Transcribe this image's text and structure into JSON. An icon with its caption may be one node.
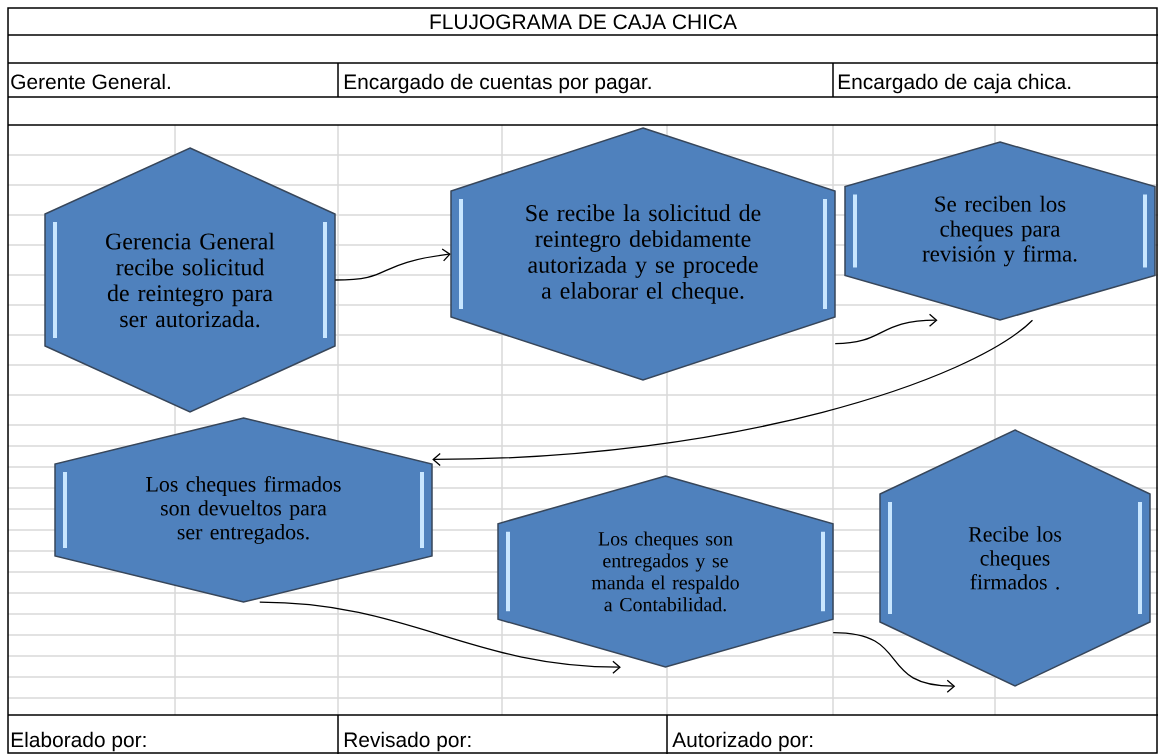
{
  "diagram": {
    "title": "FLUJOGRAMA DE CAJA CHICA",
    "nodes": [
      {
        "text": [
          "Gerencia General recibe solicitud de reintegro para ser autorizada."
        ]
      },
      {
        "text": [
          "Se recibe la solicitud de reintegro debidamente autorizada y se procede a elaborar el cheque."
        ]
      },
      {
        "text": [
          "Se reciben los cheques para revisión y firma."
        ]
      },
      {
        "text": [
          "Los cheques firmados son devueltos para ser entregados."
        ]
      },
      {
        "text": [
          "Los cheques son entregados y se manda el respaldo a Contabilidad."
        ]
      },
      {
        "text": [
          "Recibe los cheques firmados ."
        ]
      }
    ],
    "edges": [
      {
        "from": 0,
        "to": 1,
        "arrow": "to"
      },
      {
        "from": 1,
        "to": 2,
        "arrow": "to"
      },
      {
        "from": 2,
        "to": 3,
        "arrow": "to"
      },
      {
        "from": 3,
        "to": 4,
        "arrow": "to"
      },
      {
        "from": 4,
        "to": 5,
        "arrow": "to"
      }
    ],
    "labels": [
      "Gerente General.",
      "Encargado de cuentas por pagar.",
      "Encargado de caja chica.",
      "Elaborado por:",
      "Revisado por:",
      "Autorizado por:"
    ]
  }
}
